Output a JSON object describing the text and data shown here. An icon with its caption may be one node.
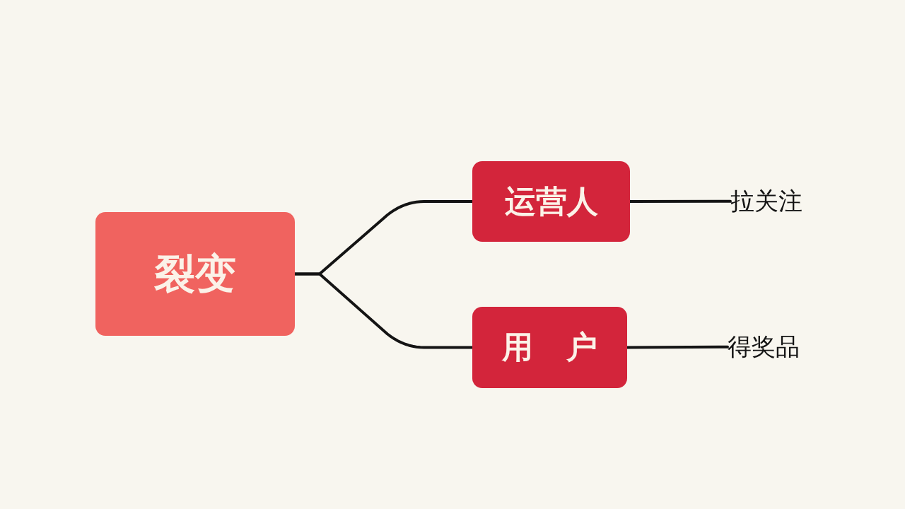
{
  "diagram": {
    "nodes": [
      {
        "text": [
          "裂变"
        ]
      },
      {
        "text": [
          "运营人"
        ]
      },
      {
        "text": [
          "用 户"
        ]
      },
      {
        "text": [
          "拉关注"
        ]
      },
      {
        "text": [
          "得奖品"
        ]
      }
    ],
    "edges": [
      {
        "from": 0,
        "to": 1,
        "arrow": "none"
      },
      {
        "from": 0,
        "to": 2,
        "arrow": "none"
      },
      {
        "from": 1,
        "to": 3,
        "arrow": "none"
      },
      {
        "from": 2,
        "to": 4,
        "arrow": "none"
      }
    ]
  }
}
